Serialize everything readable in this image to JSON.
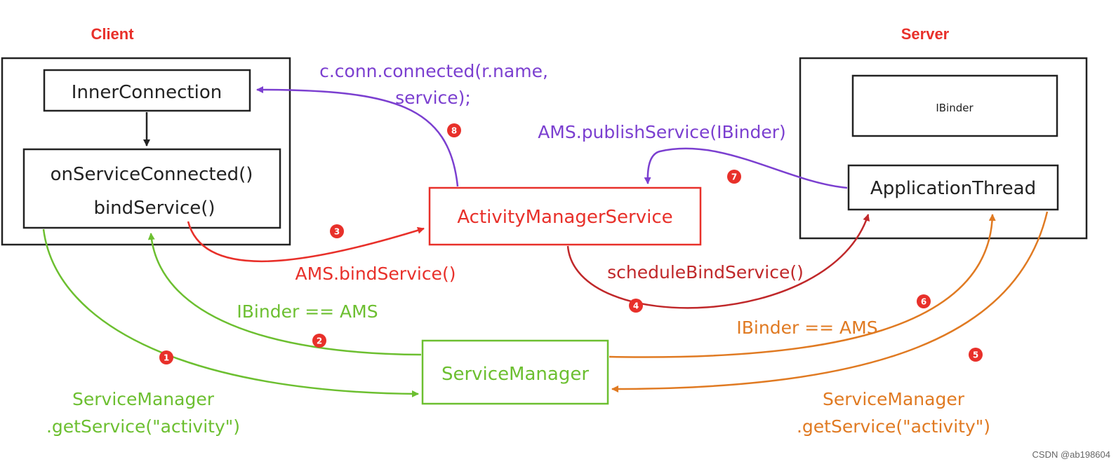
{
  "colors": {
    "black": "#222222",
    "red": "#e8302a",
    "darkred": "#c0282a",
    "green": "#6cbf30",
    "orange": "#e07a22",
    "purple": "#7b3fd0",
    "badge": "#e8302a"
  },
  "titles": {
    "client": "Client",
    "server": "Server"
  },
  "nodes": {
    "inner_connection": "InnerConnection",
    "on_service_connected": "onServiceConnected()",
    "bind_service": "bindService()",
    "activity_manager_service": "ActivityManagerService",
    "service_manager": "ServiceManager",
    "ibinder": "IBinder",
    "application_thread": "ApplicationThread"
  },
  "edges": {
    "e1": {
      "step": "1",
      "label_line1": "ServiceManager",
      "label_line2": ".getService(\"activity\")"
    },
    "e2": {
      "step": "2",
      "label": "IBinder == AMS"
    },
    "e3": {
      "step": "3",
      "label": "AMS.bindService()"
    },
    "e4": {
      "step": "4",
      "label": "scheduleBindService()"
    },
    "e5": {
      "step": "5",
      "label_line1": "ServiceManager",
      "label_line2": ".getService(\"activity\")"
    },
    "e6": {
      "step": "6",
      "label": "IBinder == AMS"
    },
    "e7": {
      "step": "7",
      "label": "AMS.publishService(IBinder)"
    },
    "e8": {
      "step": "8",
      "label_line1": "c.conn.connected(r.name,",
      "label_line2": "service);"
    }
  },
  "watermark": "CSDN @ab198604"
}
